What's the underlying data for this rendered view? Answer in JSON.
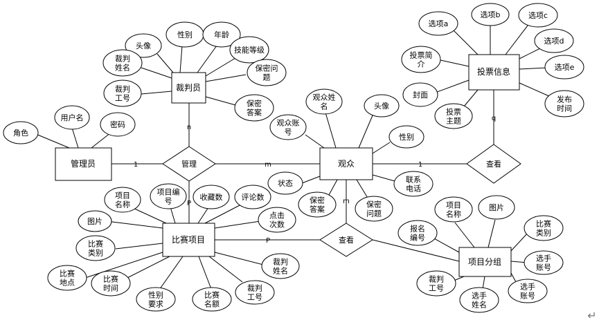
{
  "entities": {
    "admin": "管理员",
    "referee": "裁判员",
    "audience": "观众",
    "vote_info": "投票信息",
    "project": "比赛项目",
    "group": "项目分组"
  },
  "relationships": {
    "manage": "管理",
    "view_vote": "查看",
    "view_project": "查看"
  },
  "attributes": {
    "admin_role": "角色",
    "admin_username": "用户名",
    "admin_password": "密码",
    "ref_avatar": "头像",
    "ref_gender": "性别",
    "ref_age": "年龄",
    "ref_name": "裁判姓名",
    "ref_skill": "技能等级",
    "ref_question": "保密问题",
    "ref_no": "裁判工号",
    "ref_answer": "保密答案",
    "aud_account": "观众账号",
    "aud_name": "观众姓名",
    "aud_avatar": "头像",
    "aud_gender": "性别",
    "aud_status": "状态",
    "aud_phone": "联系电话",
    "aud_answer": "保密答案",
    "aud_question": "保密问题",
    "vote_a": "选项a",
    "vote_b": "选项b",
    "vote_c": "选项c",
    "vote_d": "选项d",
    "vote_e": "选项e",
    "vote_intro": "投票简介",
    "vote_cover": "封面",
    "vote_theme": "投票主题",
    "vote_time": "发布时间",
    "proj_name": "项目名称",
    "proj_no": "项目编号",
    "proj_fav": "收藏数",
    "proj_comment": "评论数",
    "proj_image": "图片",
    "proj_clicks": "点击次数",
    "proj_category": "比赛类别",
    "proj_location": "比赛地点",
    "proj_time": "比赛时间",
    "proj_gender": "性别要求",
    "proj_quota": "比赛名额",
    "proj_refname": "裁判姓名",
    "proj_refno": "裁判工号",
    "grp_name": "项目名称",
    "grp_image": "图片",
    "grp_reg_no": "报名编号",
    "grp_category": "比赛类别",
    "grp_player_acc1": "选手账号",
    "grp_player_acc2": "选手账号",
    "grp_refno": "裁判工号",
    "grp_player_name": "选手姓名"
  },
  "cardinalities": {
    "admin_manage": "1",
    "referee_manage": "n",
    "audience_manage": "m",
    "project_manage": "P",
    "audience_vote": "1",
    "vote_view": "q",
    "audience_view": "m",
    "project_view": "P"
  },
  "return_mark": "↵"
}
